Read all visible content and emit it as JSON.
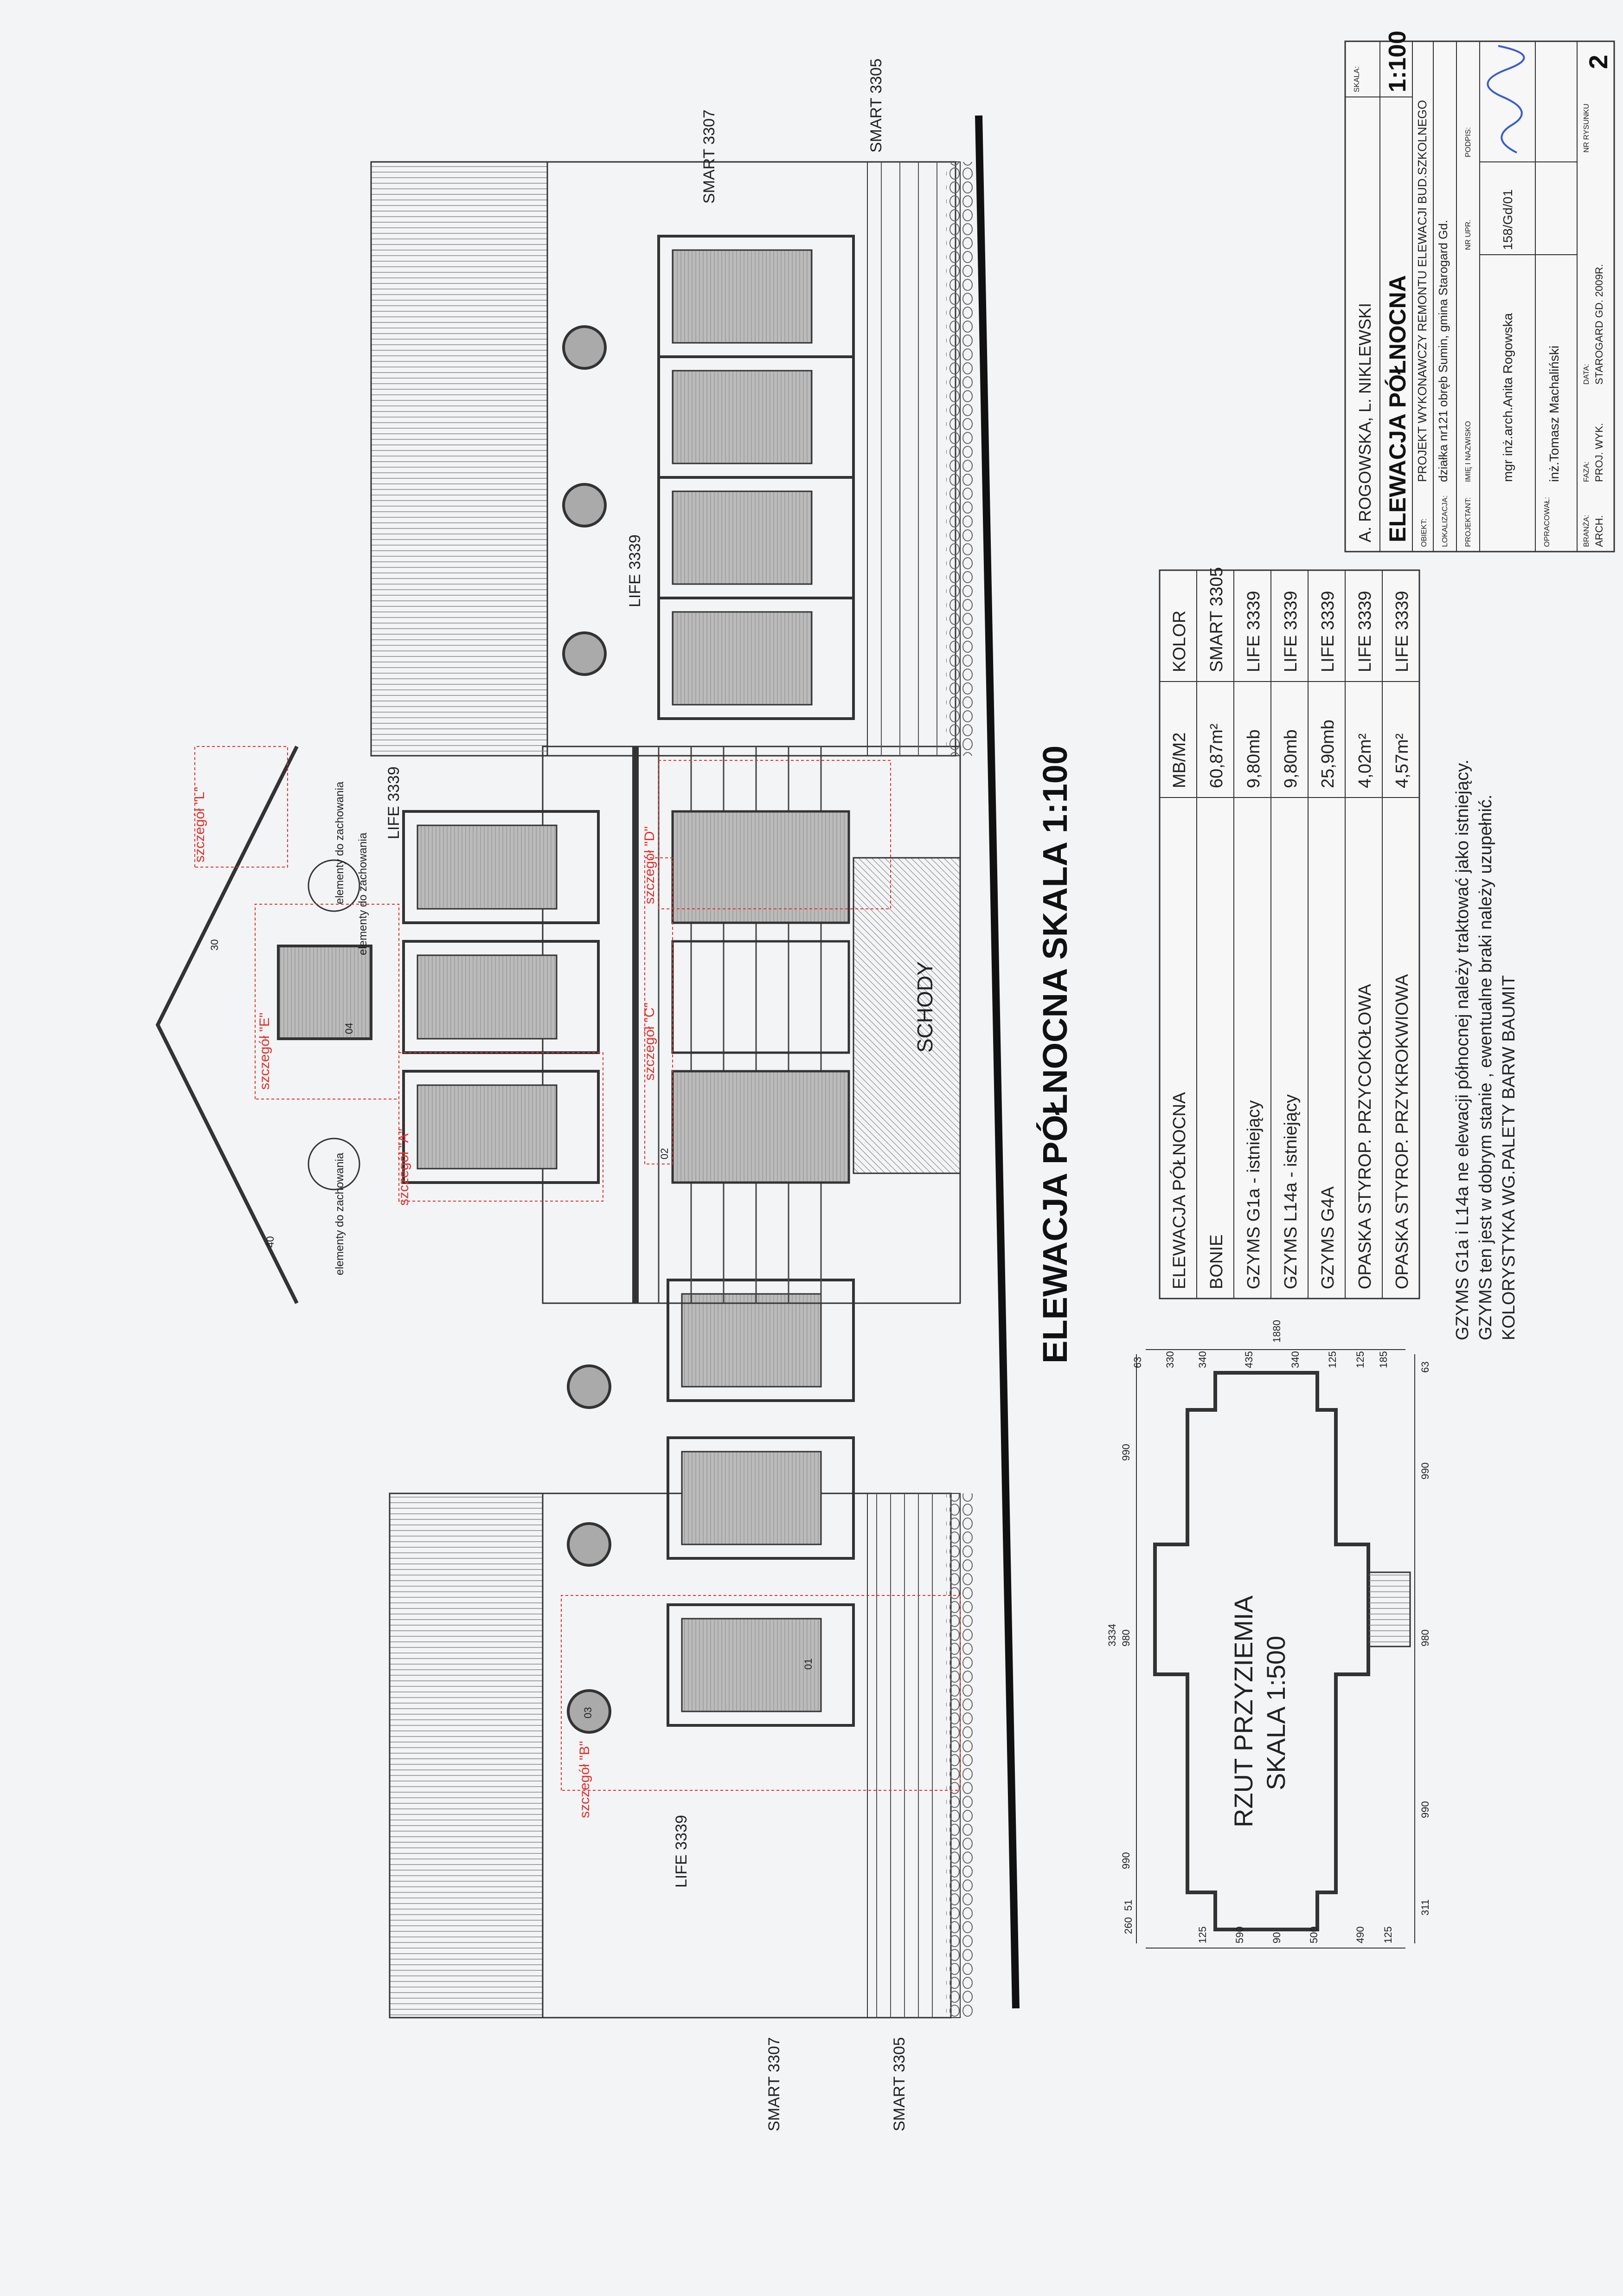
{
  "drawing": {
    "main_title": "ELEWACJA PÓŁNOCNA   SKALA 1:100",
    "stairs_label": "SCHODY",
    "color_callouts": {
      "top_left": "SMART 3307",
      "top_left_lower": "SMART 3305",
      "left_wing": "LIFE 3339",
      "center": "LIFE 3339",
      "right_wing": "LIFE 3339",
      "top_right": "SMART 3307",
      "top_right_lower": "SMART 3305"
    },
    "detail_labels": [
      "szczegół \"B\"",
      "szczegół \"A\"",
      "szczegół \"C\"",
      "szczegół \"D\"",
      "szczegół \"E\"",
      "szczegół \"L\""
    ],
    "preserve_labels": [
      "elementy do zachowania",
      "elementy do zachowania",
      "elementy do zachowania"
    ],
    "window_tags": [
      "01",
      "03",
      "04",
      "02"
    ],
    "dim_40": "40",
    "dim_30": "30"
  },
  "plan": {
    "title_line1": "RZUT PRZYZIEMIA",
    "title_line2": "SKALA 1:500",
    "dims_top": [
      "990",
      "980",
      "990"
    ],
    "dim_total": "3334",
    "dims_bottom": [
      "311",
      "990",
      "980",
      "990",
      "63"
    ],
    "dims_right": [
      "125",
      "490",
      "500",
      "90",
      "590",
      "125"
    ],
    "dims_left": [
      "63",
      "330",
      "340",
      "435",
      "340",
      "125"
    ],
    "dim_right_total": "1880",
    "dims_small": [
      "260",
      "51",
      "125",
      "185"
    ]
  },
  "table": {
    "headers": [
      "ELEWACJA PÓŁNOCNA",
      "MB/M2",
      "KOLOR"
    ],
    "rows": [
      [
        "BONIE",
        "60,87m²",
        "SMART 3305"
      ],
      [
        "GZYMS G1a - istniejący",
        "9,80mb",
        "LIFE 3339"
      ],
      [
        "GZYMS L14a - istniejący",
        "9,80mb",
        "LIFE 3339"
      ],
      [
        "GZYMS G4A",
        "25,90mb",
        "LIFE 3339"
      ],
      [
        "OPASKA STYROP. PRZYCOKOŁOWA",
        "4,02m²",
        "LIFE 3339"
      ],
      [
        "OPASKA STYROP. PRZYKROKWIOWA",
        "4,57m²",
        "LIFE 3339"
      ]
    ]
  },
  "notes": [
    "GZYMS G1a i L14a ne elewacji północnej należy traktować jako istniejący.",
    "GZYMS ten jest w dobrym stanie , ewentualne braki należy uzupełnić.",
    "KOLORYSTYKA WG.PALETY BARW BAUMIT"
  ],
  "title_block": {
    "authors": "A. ROGOWSKA, L. NIKLEWSKI",
    "sheet_title": "ELEWACJA PÓŁNOCNA",
    "scale_label": "SKALA:",
    "scale_value": "1:100",
    "obiekt_label": "OBIEKT:",
    "obiekt_value": "PROJEKT WYKONAWCZY REMONTU ELEWACJI BUD.SZKOLNEGO",
    "lokalizacja_label": "LOKALIZACJA:",
    "lokalizacja_value": "działka nr121 obręb Sumin, gmina Starogard Gd.",
    "projektant_label": "PROJEKTANT:",
    "imie_label": "IMIĘ I NAZWISKO",
    "nr_upr_label": "NR UPR.",
    "podpis_label": "PODPIS:",
    "projektant_name": "mgr inż.arch.Anita Rogowska",
    "projektant_nr": "158/Gd/01",
    "opracowal_label": "OPRACOWAŁ:",
    "opracowal_name": "inż.Tomasz Machaliński",
    "branza_label": "BRANŻA:",
    "branza_value": "ARCH.",
    "faza_label": "FAZA:",
    "faza_value": "PROJ. WYK.",
    "data_label": "DATA:",
    "data_value": "STAROGARD GD. 2009R.",
    "nr_rysunku_label": "NR RYSUNKU",
    "nr_rysunku_value": "2"
  },
  "colors": {
    "ink": "#222222",
    "red": "#e0302a",
    "signature": "#3a5bd0",
    "paper": "#f3f4f6"
  }
}
